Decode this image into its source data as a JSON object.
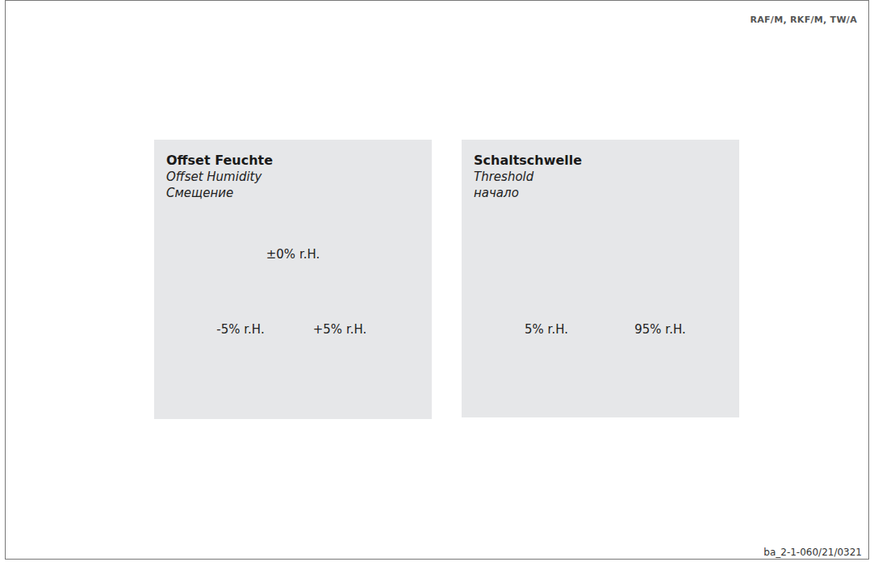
{
  "diagram": {
    "nodes": [
      {
        "text": [
          "Offset Feuchte",
          "Offset Humidity",
          "Смещение"
        ]
      },
      {
        "text": [
          "Schaltschwelle",
          "Threshold",
          "начало"
        ]
      }
    ],
    "labels": [
      "RAF/M, RKF/M, TW/A",
      "±0% r.H.",
      "-5% r.H.",
      "+5% r.H.",
      "5% r.H.",
      "95% r.H.",
      "ba_2-1-060/21/0321"
    ]
  }
}
